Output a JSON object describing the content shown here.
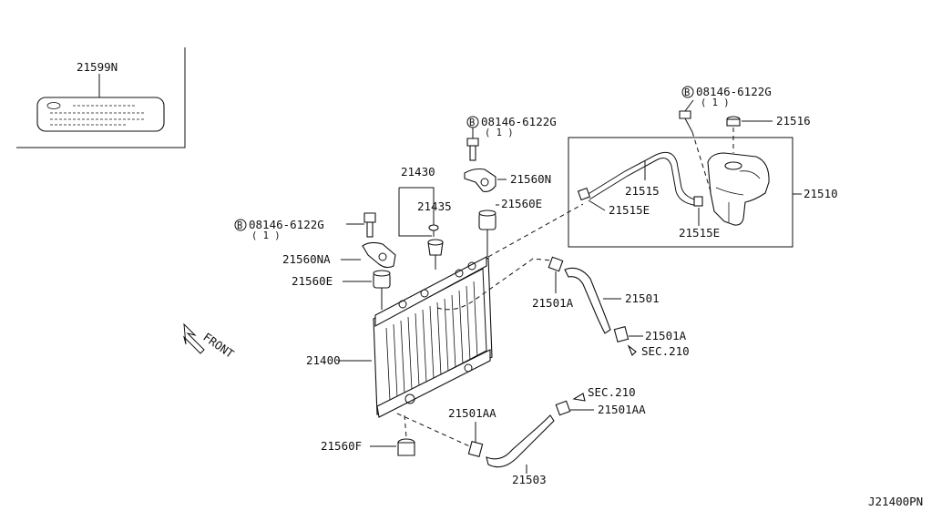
{
  "diagram": {
    "code": "J21400PN",
    "front_label": "FRONT"
  },
  "labels": {
    "p21599N": "21599N",
    "p21516": "21516",
    "p21510": "21510",
    "p21515": "21515",
    "p21515E_a": "21515E",
    "p21515E_b": "21515E",
    "p21430": "21430",
    "p21435": "21435",
    "p21560N": "21560N",
    "p21560E_top": "21560E",
    "p21560NA": "21560NA",
    "p21560E_left": "21560E",
    "p21501A_a": "21501A",
    "p21501": "21501",
    "p21501A_b": "21501A",
    "p21400": "21400",
    "p21501AA_a": "21501AA",
    "p21501AA_b": "21501AA",
    "p21560F": "21560F",
    "p21503": "21503",
    "sec210_a": "SEC.210",
    "sec210_b": "SEC.210"
  },
  "bolts": {
    "b_top_right": {
      "code": "08146-6122G",
      "qty": "( 1 )",
      "marker": "B"
    },
    "b_top_mid": {
      "code": "08146-6122G",
      "qty": "( 1 )",
      "marker": "B"
    },
    "b_left": {
      "code": "08146-6122G",
      "qty": "( 1 )",
      "marker": "B"
    }
  }
}
